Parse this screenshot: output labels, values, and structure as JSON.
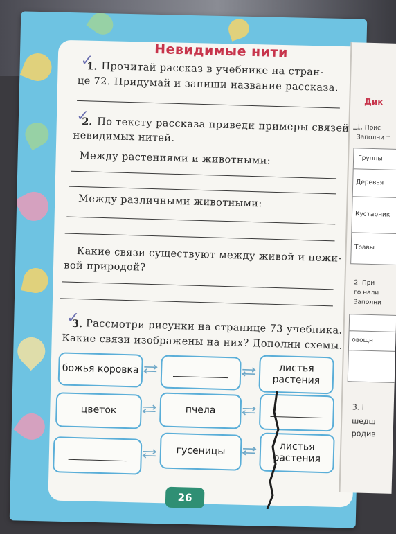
{
  "page": {
    "title": "Невидимые нити",
    "page_number": "26"
  },
  "task1": {
    "number": "1.",
    "line1": "Прочитай рассказ в учебнике на стран-",
    "line2": "це 72. Придумай и запиши название рассказа."
  },
  "task2": {
    "number": "2.",
    "line1": "По тексту рассказа приведи примеры связей –",
    "line2": "невидимых нитей.",
    "q1": "Между растениями и животными:",
    "q2": "Между различными животными:",
    "q3_line1": "Какие связи существуют между живой и нежи-",
    "q3_line2": "вой природой?"
  },
  "task3": {
    "number": "3.",
    "line1": "Рассмотри рисунки на странице 73 учебника.",
    "line2": "Какие связи изображены на них? Дополни схемы.",
    "rows": [
      {
        "left": "божья коровка",
        "middle": "",
        "right": "листья растения"
      },
      {
        "left": "цветок",
        "middle": "пчела",
        "right": ""
      },
      {
        "left": "",
        "middle": "гусеницы",
        "right": "листья растения"
      }
    ]
  },
  "right_page": {
    "title": "Дик",
    "t1_line1": "1. Прис",
    "t1_line2": "Заполни т",
    "table": [
      "Группы",
      "Деревья",
      "Кустарник",
      "Травы"
    ],
    "t2_line1": "2. При",
    "t2_line2": "го нали",
    "t2_line3": "Заполни",
    "cell2": "овощн",
    "t3_line1": "3. I",
    "t3_line2": "шедш",
    "t3_line3": "родив"
  },
  "colors": {
    "title": "#c7344b",
    "cover_blue": "#6ec3e2",
    "box_border": "#5aaed8",
    "badge": "#2f8f74"
  }
}
